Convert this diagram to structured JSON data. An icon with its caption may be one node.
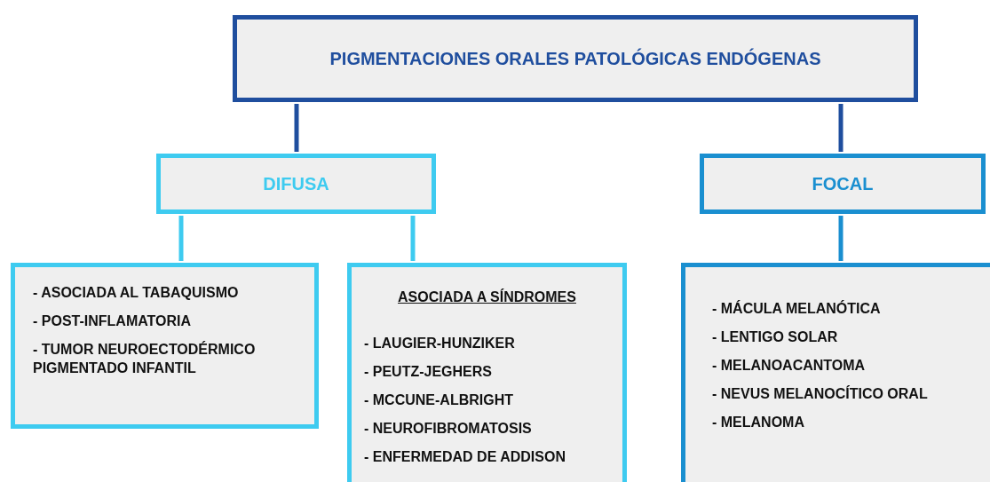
{
  "diagram": {
    "nodes": [
      {
        "text": [
          "PIGMENTACIONES ORALES PATOLÓGICAS ENDÓGENAS"
        ]
      },
      {
        "text": [
          "DIFUSA"
        ]
      },
      {
        "text": [
          "FOCAL"
        ]
      },
      {
        "text": [
          "- ASOCIADA AL TABAQUISMO",
          "- POST-INFLAMATORIA",
          "- TUMOR NEUROECTODÉRMICO PIGMENTADO INFANTIL"
        ]
      },
      {
        "text": [
          "ASOCIADA A SÍNDROMES",
          "- LAUGIER-HUNZIKER",
          "- PEUTZ-JEGHERS",
          "- MCCUNE-ALBRIGHT",
          "- NEUROFIBROMATOSIS",
          "- ENFERMEDAD DE ADDISON"
        ]
      },
      {
        "text": [
          "- MÁCULA MELANÓTICA",
          "- LENTIGO SOLAR",
          "- MELANOACANTOMA",
          "- NEVUS MELANOCÍTICO ORAL",
          "- MELANOMA"
        ]
      }
    ],
    "edges": [
      {
        "from": 0,
        "to": 1,
        "arrow": "none",
        "color": "#1f4e9e"
      },
      {
        "from": 0,
        "to": 2,
        "arrow": "none",
        "color": "#1f4e9e"
      },
      {
        "from": 1,
        "to": 3,
        "arrow": "none",
        "color": "#3ecbf0"
      },
      {
        "from": 1,
        "to": 4,
        "arrow": "none",
        "color": "#3ecbf0"
      },
      {
        "from": 2,
        "to": 5,
        "arrow": "none",
        "color": "#1a8fd0"
      }
    ]
  }
}
